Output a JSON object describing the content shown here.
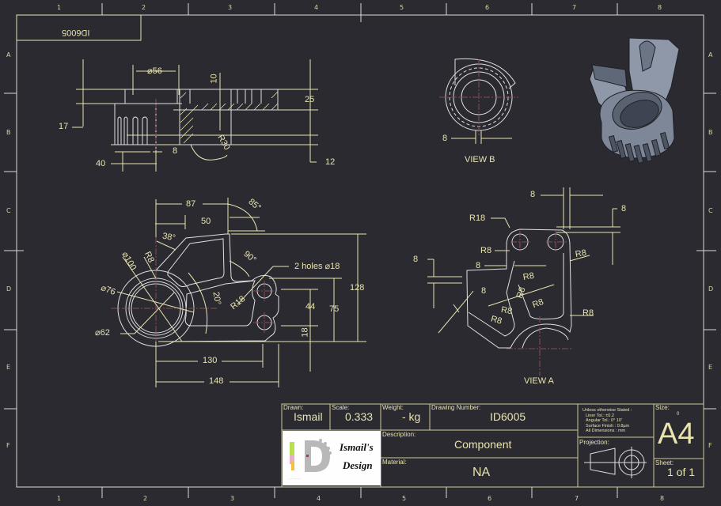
{
  "sheet": {
    "background": "#2b2a31",
    "line_color": "#e8e4b0",
    "border_color": "#d8d8d8",
    "center_line_color": "#8a4a55"
  },
  "frame": {
    "columns": [
      "1",
      "2",
      "3",
      "4",
      "5",
      "6",
      "7",
      "8"
    ],
    "rows": [
      "A",
      "B",
      "C",
      "D",
      "E",
      "F"
    ],
    "mirrored_id": "ID6005"
  },
  "views": {
    "section_view": {
      "dims": {
        "d56": "⌀56",
        "d10": "10",
        "d25": "25",
        "d17": "17",
        "d8": "8",
        "d40": "40",
        "d12": "12",
        "r30": "R30"
      }
    },
    "main_view": {
      "dims": {
        "d87": "87",
        "a85": "85°",
        "d50": "50",
        "a38": "38°",
        "a90": "90°",
        "holes": "2 holes ⌀18",
        "d100": "⌀100",
        "r8": "R8",
        "d76": "⌀76",
        "a20": "20°",
        "r18": "R18",
        "d44": "44",
        "d75": "75",
        "d128": "128",
        "d62": "⌀62",
        "d18": "18",
        "d130": "130",
        "d148": "148"
      }
    },
    "view_a": {
      "label": "VIEW A",
      "dims": {
        "d8_top": "8",
        "d8_right": "8",
        "r18": "R18",
        "r8_a": "R8",
        "d8_mid": "8",
        "d8_left": "8",
        "r8_b": "R8",
        "d8_diag": "8",
        "r8_c": "R8",
        "r8_d": "R8",
        "r8_e": "R8",
        "r8_f": "R8",
        "r8_g": "R8",
        "r8_h": "R8"
      }
    },
    "view_b": {
      "label": "VIEW B",
      "dims": {
        "d8": "8"
      }
    }
  },
  "title_block": {
    "drawn": {
      "label": "Drawn:",
      "value": "Ismail"
    },
    "scale": {
      "label": "Scale:",
      "value": "0.333"
    },
    "weight": {
      "label": "Weight:",
      "value": "- kg"
    },
    "drawing_number": {
      "label": "Drawing Number:",
      "value": "ID6005"
    },
    "description": {
      "label": "Description:",
      "value": "Component"
    },
    "material": {
      "label": "Material:",
      "value": "NA"
    },
    "notes": [
      "Unless otherwise Stated :",
      "Liner Tol.: ±0.2",
      "Angular Tol.: 0° 10'",
      "Surface Finish : 0.8µm",
      "All Dimensions : mm"
    ],
    "projection": {
      "label": "Projection:"
    },
    "size": {
      "label": "Size:",
      "rev": "0",
      "value": "A4"
    },
    "sheet": {
      "label": "Sheet:",
      "value": "1 of 1"
    },
    "logo": {
      "line1": "Ismail's",
      "line2": "Design"
    }
  }
}
